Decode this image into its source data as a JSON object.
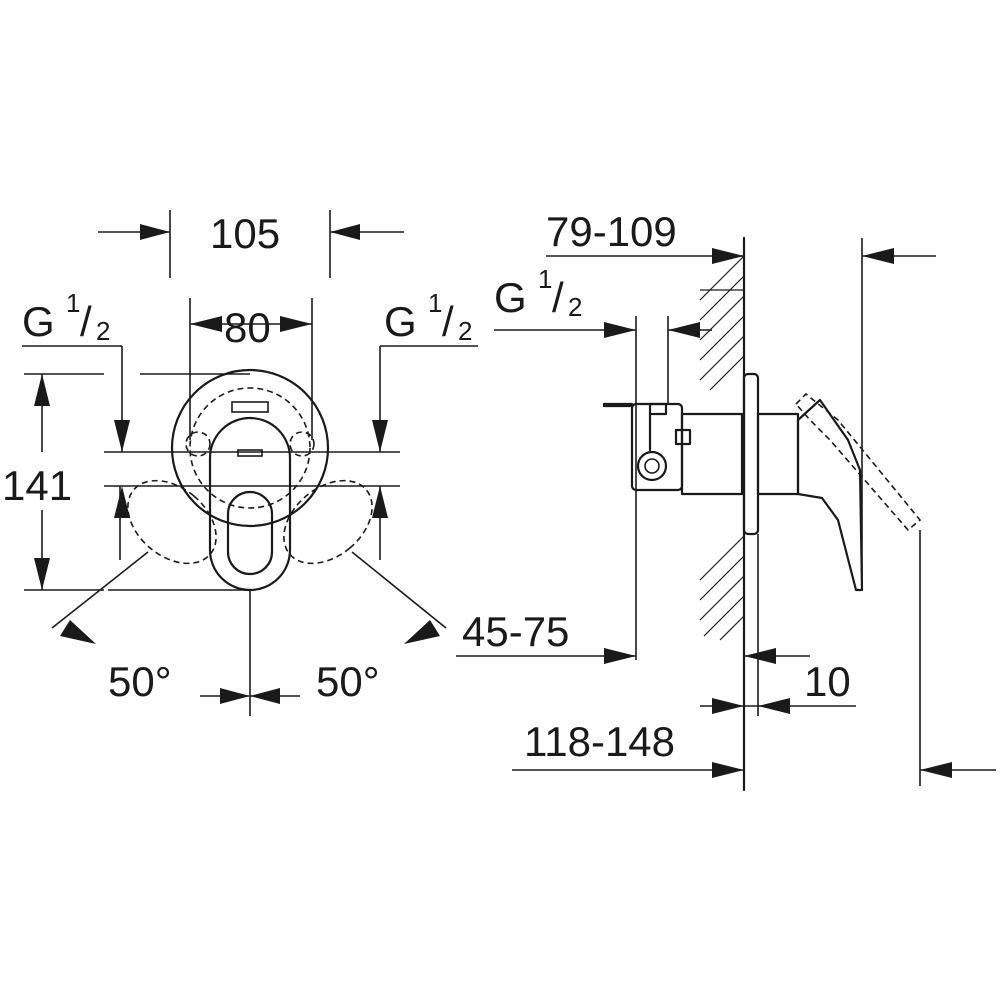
{
  "dimensions": {
    "width_105": "105",
    "width_80": "80",
    "height_141": "141",
    "angle_left": "50°",
    "angle_right": "50°",
    "depth_79_109": "79-109",
    "depth_45_75": "45-75",
    "depth_10": "10",
    "depth_118_148": "118-148"
  },
  "threads": {
    "left": {
      "base": "G",
      "num": "1",
      "slash": "/",
      "den": "2"
    },
    "right": {
      "base": "G",
      "num": "1",
      "slash": "/",
      "den": "2"
    },
    "side": {
      "base": "G",
      "num": "1",
      "slash": "/",
      "den": "2"
    }
  }
}
